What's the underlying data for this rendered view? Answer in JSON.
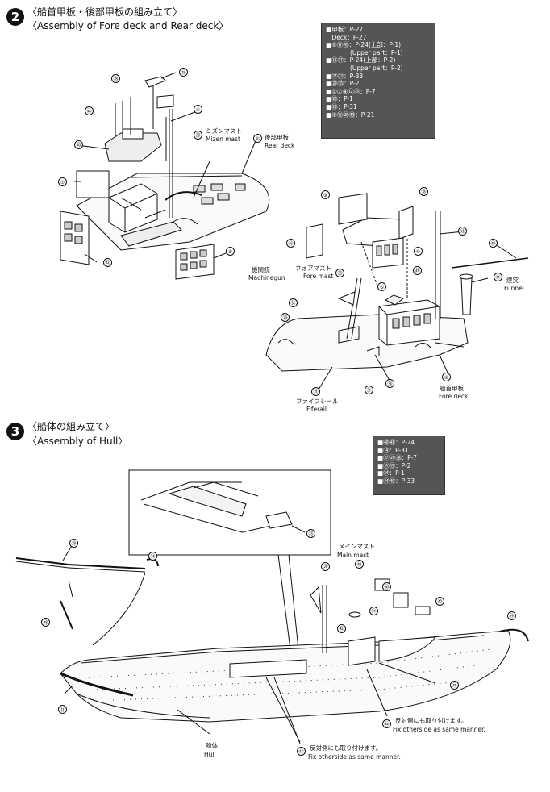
{
  "step2": {
    "number": "2",
    "title_jp": "〈船首甲板・後部甲板の組み立て〉",
    "title_en": "〈Assembly of Fore deck and Rear deck〉",
    "paint_lines": [
      "■甲板：P-27",
      "　Deck：P-27",
      "■⑨⑪㊺：P-24(上部：P-1)",
      "　　　　(Upper part：P-1)",
      "■⑬⑰：P-24(上部：P-2)",
      "　　　　(Upper part：P-2)",
      "■㉗㉜：P-33",
      "■㉙㉟：P-2",
      "■⑤⑦⑧⑫㉑：P-7",
      "■⑳：P-1",
      "■㉖：P-31",
      "■④⑮㉘㊾：P-21"
    ],
    "labels": {
      "mizen_jp": "ミズンマスト",
      "mizen_en": "Mizen mast",
      "rear_jp": "後部甲板",
      "rear_en": "Rear deck",
      "machinegun_jp": "機関銃",
      "machinegun_en": "Machinegun",
      "foremast_jp": "フォアマスト",
      "foremast_en": "Fore mast",
      "funnel_jp": "煙突",
      "funnel_en": "Funnel",
      "fiferail_jp": "ファイフレール",
      "fiferail_en": "Fiferail",
      "foredeck_jp": "船首甲板",
      "foredeck_en": "Fore deck"
    },
    "parts": [
      "⑮",
      "㉘",
      "㊽",
      "④",
      "㉚",
      "⑥",
      "⑳",
      "⑦",
      "⑫",
      "⑧",
      "⑨",
      "㉟",
      "㊻",
      "⑩",
      "⑬",
      "㊼",
      "㊾",
      "⑰",
      "㉙",
      "㉜",
      "㉝",
      "⑤",
      "㉑",
      "㉛",
      "㉞",
      "②"
    ]
  },
  "step3": {
    "number": "3",
    "title_jp": "〈船体の組み立て〉",
    "title_en": "〈Assembly of Hull〉",
    "paint_lines": [
      "■㊵㊶：P-24",
      "■⑭：P-31",
      "■㉗㉑㊳：P-7",
      "■⑪⑲：P-2",
      "■㉔：P-1",
      "■㊹㊵：P-33"
    ],
    "labels": {
      "mainmast_jp": "メインマスト",
      "mainmast_en": "Main mast",
      "hull_jp": "船体",
      "hull_en": "Hull",
      "fix1_jp": "反対側にも取り付けます。",
      "fix1_en": "Fix otherside as same manner.",
      "fix2_jp": "反対側にも取り付けます。",
      "fix2_en": "Fix otherside as same manner."
    },
    "parts": [
      "㉓",
      "㊴",
      "⑭",
      "㊽",
      "⑪",
      "㊿",
      "⑲",
      "㉔",
      "㊾",
      "㉑",
      "㊷",
      "㊹",
      "㊵",
      "㊶",
      "㊸"
    ]
  },
  "paint_box_color": "#555555"
}
